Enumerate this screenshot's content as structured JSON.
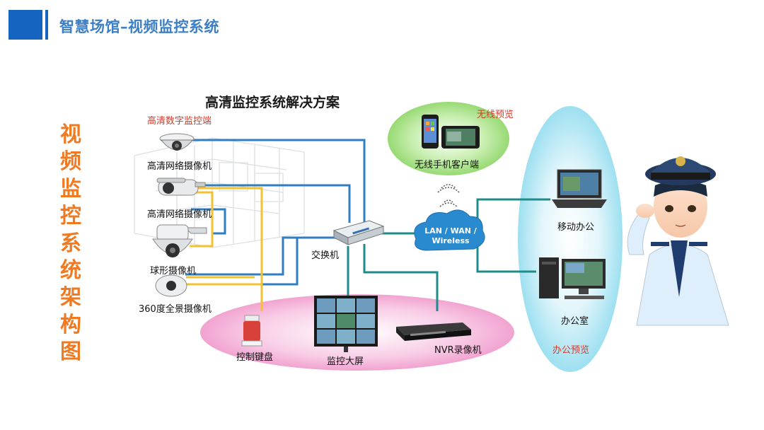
{
  "header": {
    "title": "智慧场馆–视频监控系统"
  },
  "side_title": [
    "视",
    "频",
    "监",
    "控",
    "系",
    "统",
    "架",
    "构",
    "图"
  ],
  "diagram": {
    "title": "高清监控系统解决方案",
    "front_end_label": "高清数字监控端",
    "cameras": [
      "高清网络摄像机",
      "高清网络摄像机",
      "球形摄像机",
      "360度全景摄像机"
    ],
    "switch_label": "交换机",
    "network_label_line1": "LAN / WAN /",
    "network_label_line2": "Wireless",
    "wireless_preview_label": "无线预览",
    "mobile_client_label": "无线手机客户端",
    "mobile_office_label": "移动办公",
    "office_label": "办公室",
    "office_preview_label": "办公预览",
    "keyboard_label": "控制键盘",
    "video_wall_label": "监控大屏",
    "nvr_label": "NVR录像机"
  },
  "colors": {
    "accent_blue": "#1565c0",
    "title_blue": "#3d7fc4",
    "side_orange": "#ef7a22",
    "red_label": "#d63a2a",
    "line_blue": "#2f7ec0",
    "line_yellow": "#f2c230",
    "line_teal": "#1f8b8b"
  }
}
